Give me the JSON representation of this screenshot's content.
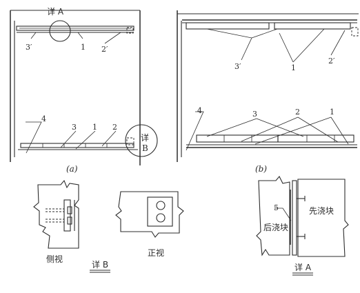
{
  "labels": {
    "detail_a_callout": "详 A",
    "detail_b_callout_top": "详",
    "detail_b_callout_bottom": "B",
    "fig_a_caption": "(a)",
    "fig_b_caption": "(b)",
    "side_view": "侧视",
    "front_view": "正视",
    "detail_b_title": "详 B",
    "detail_a_title": "详 A",
    "later_pour_block": "后浇块",
    "first_pour_block": "先浇块"
  },
  "numbers": {
    "n1": "1",
    "n2": "2",
    "n3": "3",
    "n4": "4",
    "n5": "5",
    "n2p": "2′",
    "n3p": "3′"
  }
}
